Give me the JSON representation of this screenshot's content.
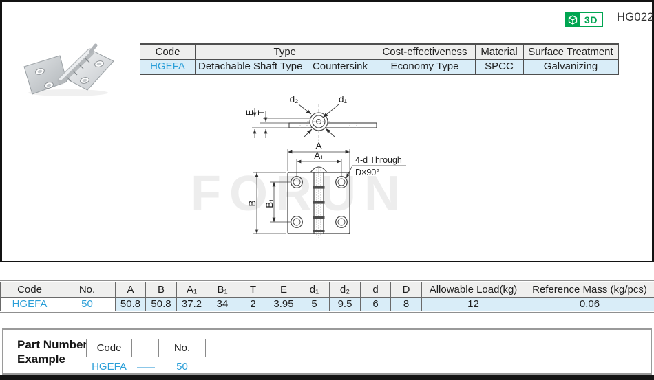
{
  "header": {
    "badge_3d_label": "3D",
    "part_series": "HG022"
  },
  "spec_table": {
    "col_code": "Code",
    "col_type": "Type",
    "col_cost": "Cost-effectiveness",
    "col_material": "Material",
    "col_surface": "Surface Treatment",
    "val_code": "HGEFA",
    "val_type_1": "Detachable Shaft Type",
    "val_type_2": "Countersink",
    "val_cost": "Economy Type",
    "val_material": "SPCC",
    "val_surface": "Galvanizing"
  },
  "watermark": "FORUN",
  "drawing": {
    "dim_e": "E",
    "dim_t": "T",
    "dim_d2": "d₂",
    "dim_d1": "d₁",
    "dim_a": "A",
    "dim_a1": "A₁",
    "dim_b": "B",
    "dim_b1": "B₁",
    "note_line1": "4-d Through",
    "note_line2": "D×90°"
  },
  "dim_table": {
    "headers": [
      "Code",
      "No.",
      "A",
      "B",
      "A₁",
      "B₁",
      "T",
      "E",
      "d₁",
      "d₂",
      "d",
      "D",
      "Allowable Load(kg)",
      "Reference Mass (kg/pcs)"
    ],
    "row": [
      "HGEFA",
      "50",
      "50.8",
      "50.8",
      "37.2",
      "34",
      "2",
      "3.95",
      "5",
      "9.5",
      "6",
      "8",
      "12",
      "0.06"
    ]
  },
  "part_number_example": {
    "label_line1": "Part Number",
    "label_line2": "Example",
    "code_box": "Code",
    "no_box": "No.",
    "example_code": "HGEFA",
    "example_no": "50"
  },
  "colors": {
    "accent_blue": "#2b9fd8",
    "row_blue": "#d9edf8",
    "header_gray": "#efefee",
    "badge_green": "#00a551",
    "watermark_gray": "#ededed"
  }
}
